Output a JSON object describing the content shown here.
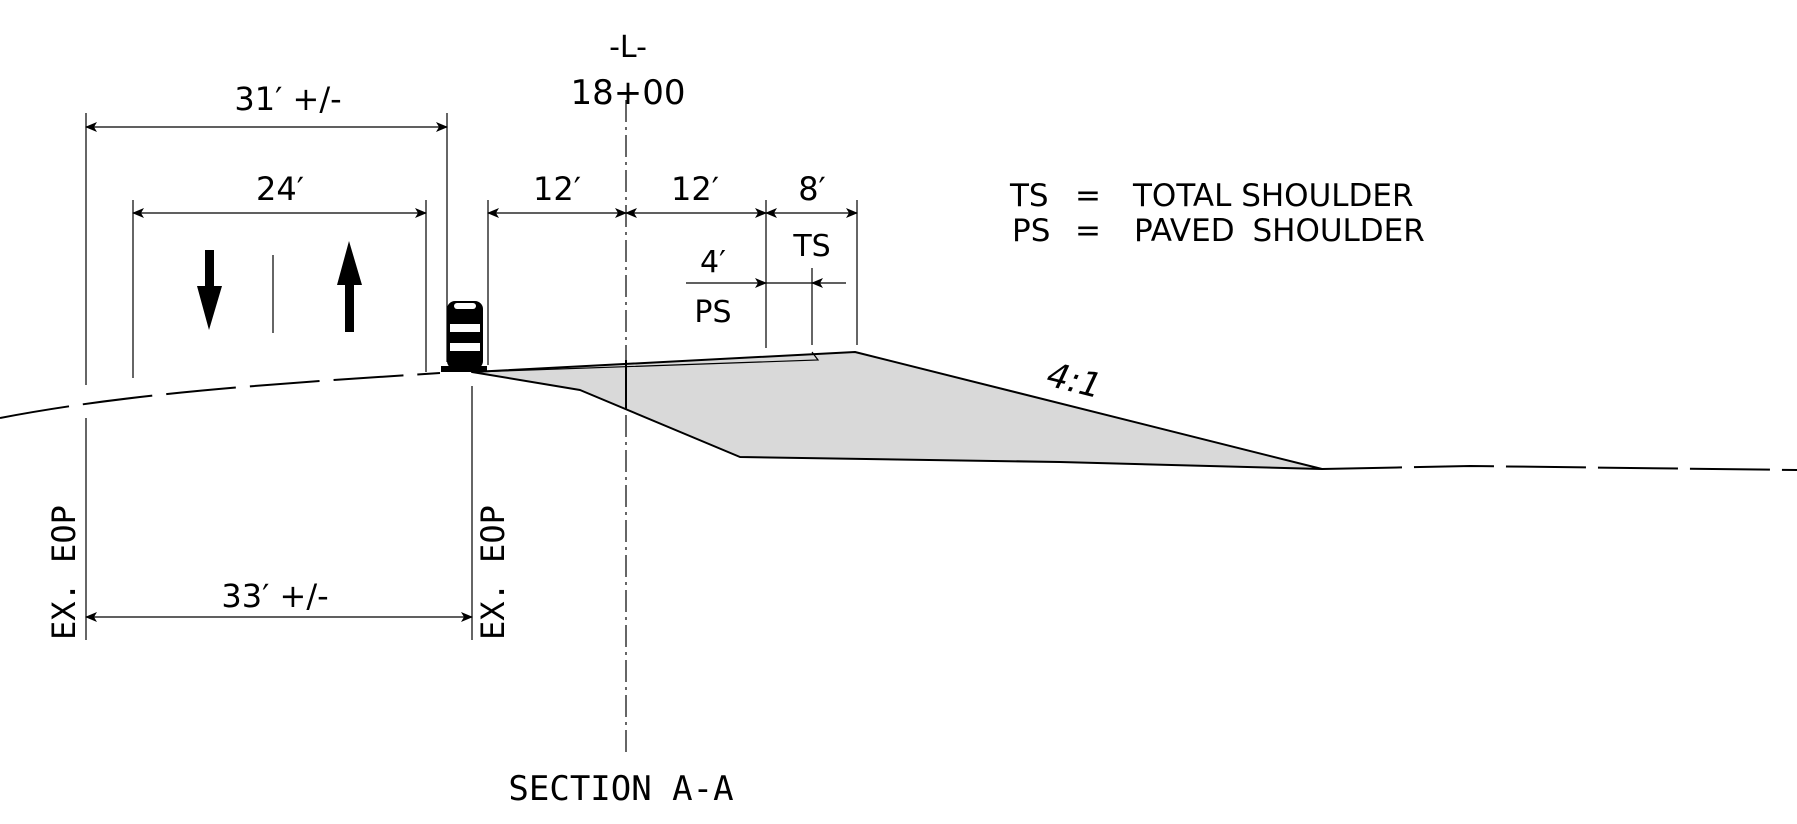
{
  "centerline": {
    "label": "-L-",
    "station": "18+00"
  },
  "dimensions": {
    "overall_top": "31′ +/-",
    "travel_lanes": "24′",
    "lane_left": "12′",
    "lane_right": "12′",
    "total_shoulder": "8′",
    "total_shoulder_abbr": "TS",
    "paved_shoulder": "4′",
    "paved_shoulder_abbr": "PS",
    "overall_bottom": "33′ +/-"
  },
  "edge_labels": {
    "left": "EX. EOP",
    "right": "EX. EOP"
  },
  "slope": "4:1",
  "legend": {
    "ts_abbr": "TS",
    "ts_eq": "=",
    "ts_text": "TOTAL SHOULDER",
    "ps_abbr": "PS",
    "ps_eq": "=",
    "ps_text": "PAVED SHOULDER"
  },
  "section_title": "SECTION A-A",
  "colors": {
    "line": "#000000",
    "fill": "#d9d9d9",
    "background": "#ffffff"
  },
  "icons": {
    "down_arrow": "down-arrow-icon",
    "up_arrow": "up-arrow-icon",
    "drum": "traffic-drum-icon"
  }
}
